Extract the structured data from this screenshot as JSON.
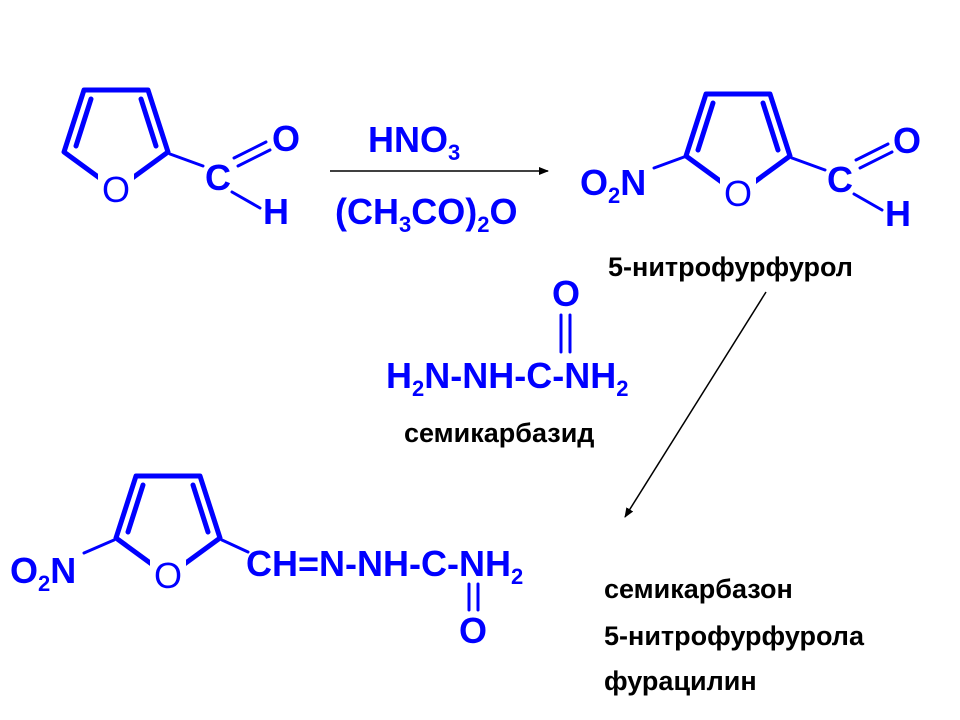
{
  "colors": {
    "structure": "#0000ff",
    "labels": "#000000",
    "background": "#ffffff"
  },
  "furfural": {
    "ring_o": "O",
    "carbon": "C",
    "oxygen": "O",
    "hydrogen": "H"
  },
  "reagents": {
    "nitric_acid": {
      "main": "HNO",
      "sub": "3"
    },
    "acetic_anhydride": {
      "p1": "(CH",
      "s1": "3",
      "p2": "CO)",
      "s2": "2",
      "p3": "O"
    }
  },
  "nitrofurfural": {
    "nitro": {
      "p1": "O",
      "s1": "2",
      "p2": "N"
    },
    "ring_o": "O",
    "carbon": "C",
    "oxygen": "O",
    "hydrogen": "H",
    "label": "5-нитрофурфурол"
  },
  "semicarbazide": {
    "oxygen": "O",
    "formula": {
      "p1": "H",
      "s1": "2",
      "p2": "N-NH-C-NH",
      "s2": "2"
    },
    "label": "семикарбазид"
  },
  "product": {
    "nitro": {
      "p1": "O",
      "s1": "2",
      "p2": "N"
    },
    "ring_o": "O",
    "chain": {
      "p1": "CH=N-NH-C-NH",
      "s1": "2"
    },
    "oxygen": "O",
    "labels": [
      "семикарбазон",
      "5-нитрофурфурола",
      "фурацилин"
    ]
  }
}
